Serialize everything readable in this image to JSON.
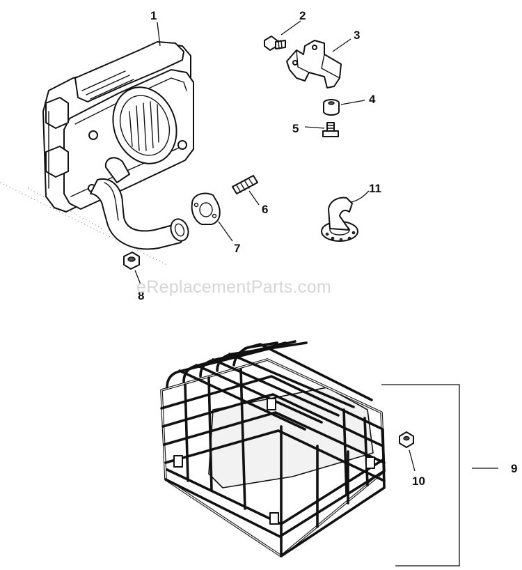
{
  "watermark": "eReplacementParts.com",
  "callouts": [
    {
      "id": "1",
      "label": "1"
    },
    {
      "id": "2",
      "label": "2"
    },
    {
      "id": "3",
      "label": "3"
    },
    {
      "id": "4",
      "label": "4"
    },
    {
      "id": "5",
      "label": "5"
    },
    {
      "id": "6",
      "label": "6"
    },
    {
      "id": "7",
      "label": "7"
    },
    {
      "id": "8",
      "label": "8"
    },
    {
      "id": "9",
      "label": "9"
    },
    {
      "id": "10",
      "label": "10"
    },
    {
      "id": "11",
      "label": "11"
    }
  ]
}
